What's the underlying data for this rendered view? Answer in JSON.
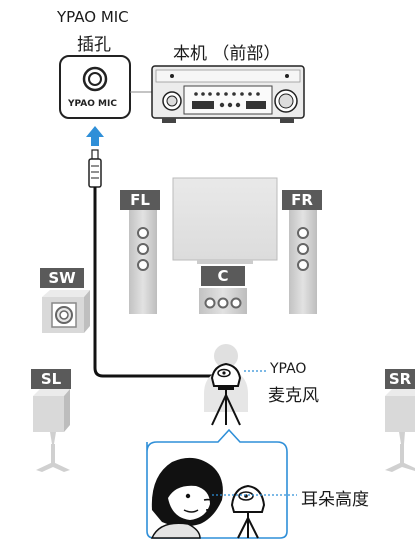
{
  "labels": {
    "mic_jack_line1": "YPAO MIC",
    "mic_jack_line2": "插孔",
    "unit_front": "本机 （前部）",
    "jack_panel_text": "YPAO MIC",
    "mic_callout_line1": "YPAO",
    "mic_callout_line2": "麦克风",
    "ear_height": "耳朵高度"
  },
  "speakers": {
    "fl": "FL",
    "fr": "FR",
    "c": "C",
    "sw": "SW",
    "sl": "SL",
    "sr": "SR"
  },
  "colors": {
    "accent": "#2f8fd8",
    "badge": "#5a5a5a",
    "speaker": "#cfcfcf",
    "outline": "#2a2a2a"
  }
}
